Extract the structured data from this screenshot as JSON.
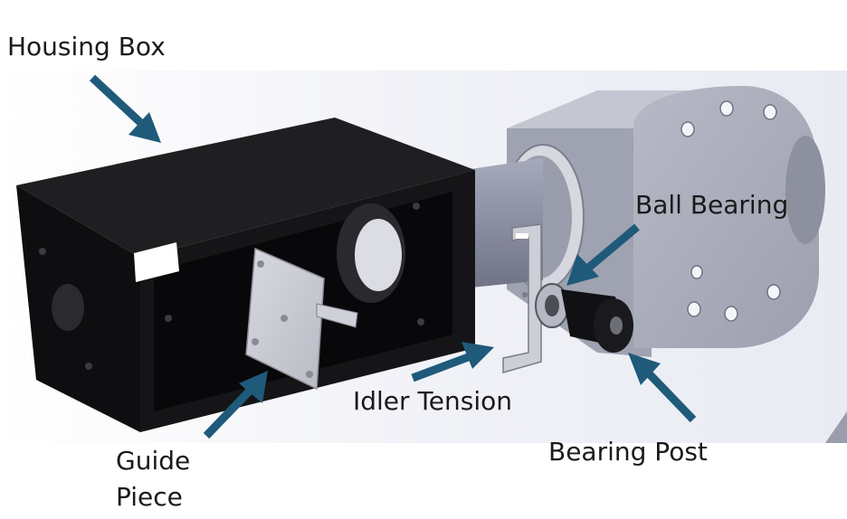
{
  "labels": {
    "housing_box": "Housing Box",
    "ball_bearing": "Ball Bearing",
    "idler_tension": "Idler Tension",
    "bearing_post": "Bearing Post",
    "guide_line1": "Guide",
    "guide_line2": "Piece"
  },
  "colors": {
    "arrow": "#1f5a7a",
    "housing": "#141416",
    "motor_body": "#a9abb8",
    "shaft": "#8f93a4",
    "guide_plate": "#c9cad3",
    "bearing_post": "#101012",
    "background_panel": "#eef0f6"
  }
}
